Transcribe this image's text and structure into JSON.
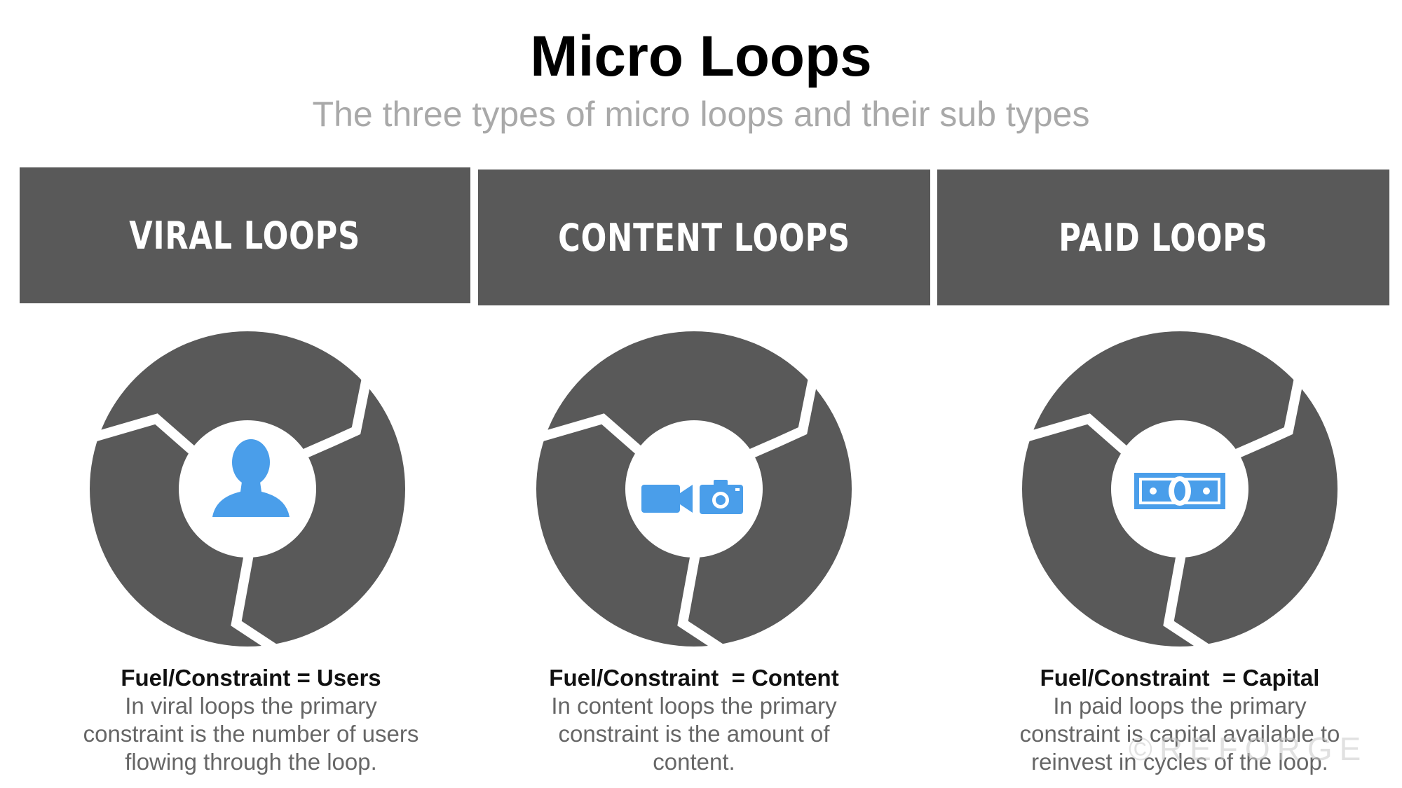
{
  "title": "Micro Loops",
  "subtitle": "The three types of micro loops and their sub types",
  "colors": {
    "header_bg": "#595959",
    "cycle": "#595959",
    "icon": "#4a9eea",
    "subtitle": "#a9a9a9",
    "body_text": "#666666"
  },
  "loops": [
    {
      "header": "VIRAL LOOPS",
      "icon": "user-silhouette-icon",
      "fuel": "Fuel/Constraint = Users",
      "lines": [
        "In viral loops the primary",
        "constraint is the number of users",
        "flowing through the loop."
      ]
    },
    {
      "header": "CONTENT LOOPS",
      "icon": "video-and-photo-camera-icon",
      "fuel": "Fuel/Constraint  = Content",
      "lines": [
        "In content loops the primary",
        "constraint is the amount of",
        "content."
      ]
    },
    {
      "header": "PAID LOOPS",
      "icon": "money-bill-icon",
      "fuel": "Fuel/Constraint  = Capital",
      "lines": [
        "In paid loops the primary",
        "constraint is capital available to",
        "reinvest in cycles of the loop."
      ]
    }
  ],
  "watermark": "©REFORGE"
}
